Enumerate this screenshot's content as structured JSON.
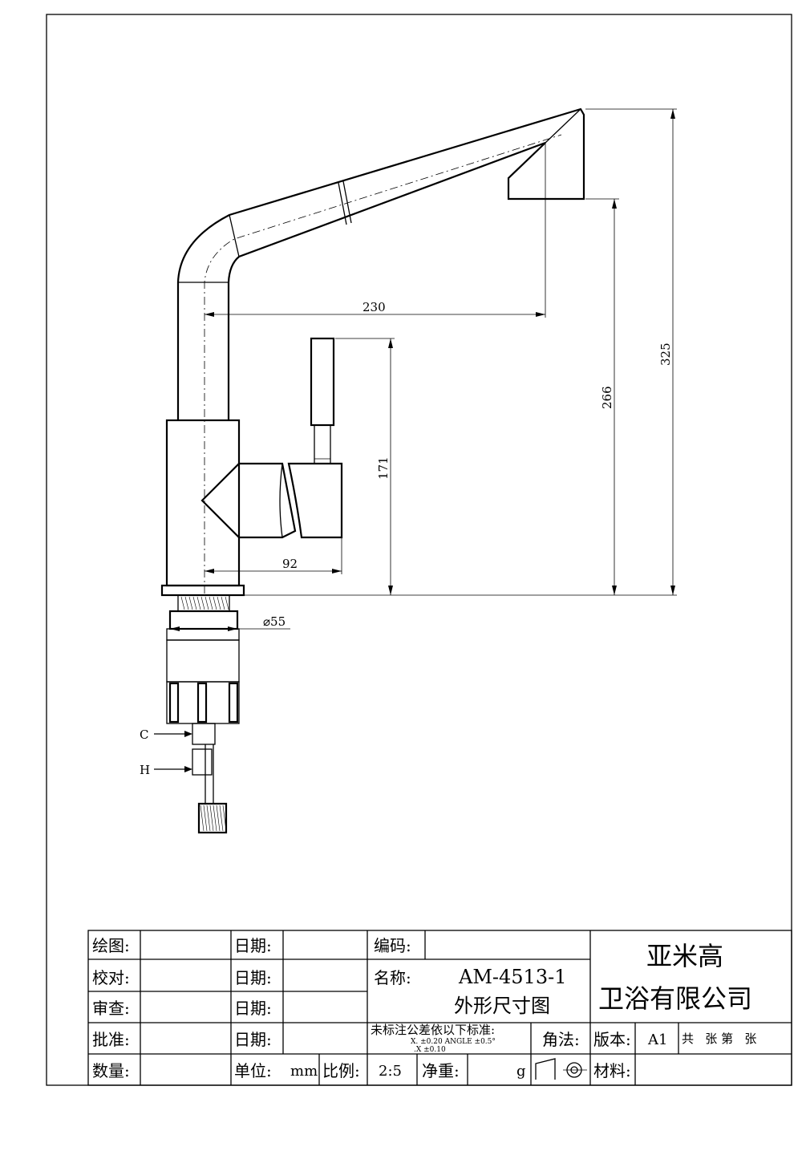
{
  "drawing": {
    "dimensions": {
      "spout_reach": "230",
      "total_height": "325",
      "spout_outlet_height": "266",
      "handle_height": "171",
      "handle_reach": "92",
      "base_diameter": "⌀55"
    },
    "connectors": {
      "cold": "C",
      "hot": "H"
    }
  },
  "title_block": {
    "drawn_label": "绘图:",
    "checked_label": "校对:",
    "reviewed_label": "审查:",
    "approved_label": "批准:",
    "quantity_label": "数量:",
    "date_label": "日期:",
    "unit_label": "单位:",
    "unit_value": "mm",
    "scale_label": "比例:",
    "scale_value": "2:5",
    "code_label": "编码:",
    "name_label": "名称:",
    "part_number": "AM-4513-1",
    "drawing_title": "外形尺寸图",
    "tolerance_title": "未标注公差依以下标准:",
    "tolerance_line1": "X.      ±0.20  ANGLE  ±0.5°",
    "tolerance_line2": ".X      ±0.10",
    "projection_label": "角法:",
    "weight_label": "净重:",
    "weight_unit": "g",
    "version_label": "版本:",
    "version_value": "A1",
    "sheets_text": "共   张 第   张",
    "material_label": "材料:",
    "company_line1": "亚米高",
    "company_line2": "卫浴有限公司"
  }
}
